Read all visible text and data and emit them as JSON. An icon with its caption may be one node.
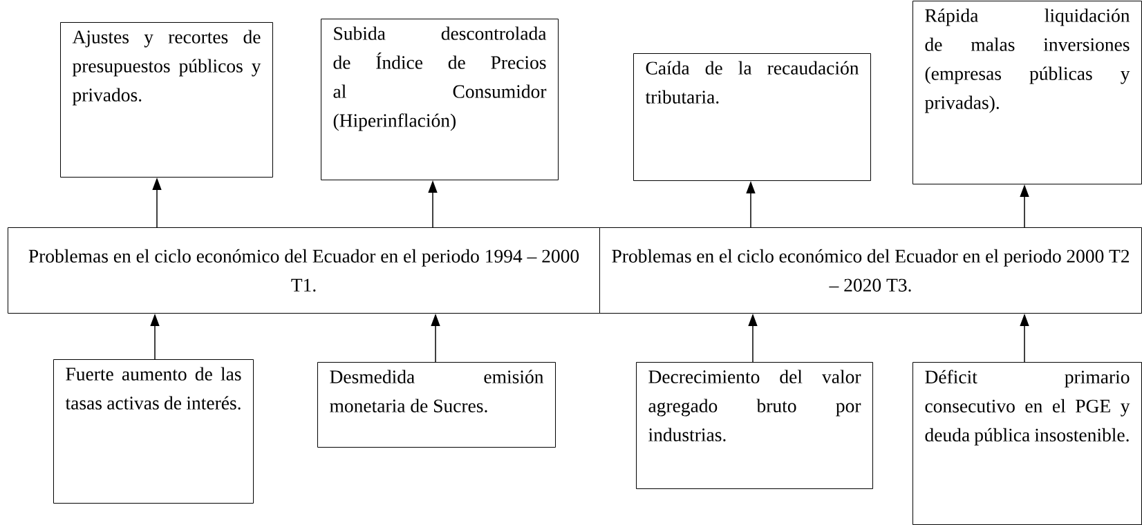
{
  "diagram": {
    "nodes": [
      {
        "text": [
          "Ajustes y recortes de presupuestos públicos y privados."
        ]
      },
      {
        "text": [
          "Subida descontrolada de Índice de Precios al Consumidor (Hiperinflación)"
        ]
      },
      {
        "text": [
          "Caída de la recaudación tributaria."
        ]
      },
      {
        "text": [
          "Rápida liquidación de malas inversiones (empresas públicas y privadas)."
        ]
      },
      {
        "text": [
          "Problemas en el ciclo económico del Ecuador en el periodo 1994 – 2000 T1."
        ]
      },
      {
        "text": [
          "Problemas en el ciclo económico del Ecuador en el periodo 2000 T2 – 2020 T3."
        ]
      },
      {
        "text": [
          "Fuerte aumento de las tasas activas de interés."
        ]
      },
      {
        "text": [
          "Desmedida emisión monetaria de Sucres."
        ]
      },
      {
        "text": [
          "Decrecimiento del valor agregado bruto por industrias."
        ]
      },
      {
        "text": [
          "Déficit primario consecutivo en el PGE y deuda pública insostenible."
        ]
      }
    ],
    "edges": [
      {
        "from": 4,
        "to": 0,
        "arrow": "to"
      },
      {
        "from": 4,
        "to": 1,
        "arrow": "to"
      },
      {
        "from": 5,
        "to": 2,
        "arrow": "to"
      },
      {
        "from": 5,
        "to": 3,
        "arrow": "to"
      },
      {
        "from": 6,
        "to": 4,
        "arrow": "to"
      },
      {
        "from": 7,
        "to": 4,
        "arrow": "to"
      },
      {
        "from": 8,
        "to": 5,
        "arrow": "to"
      },
      {
        "from": 9,
        "to": 5,
        "arrow": "to"
      }
    ]
  }
}
